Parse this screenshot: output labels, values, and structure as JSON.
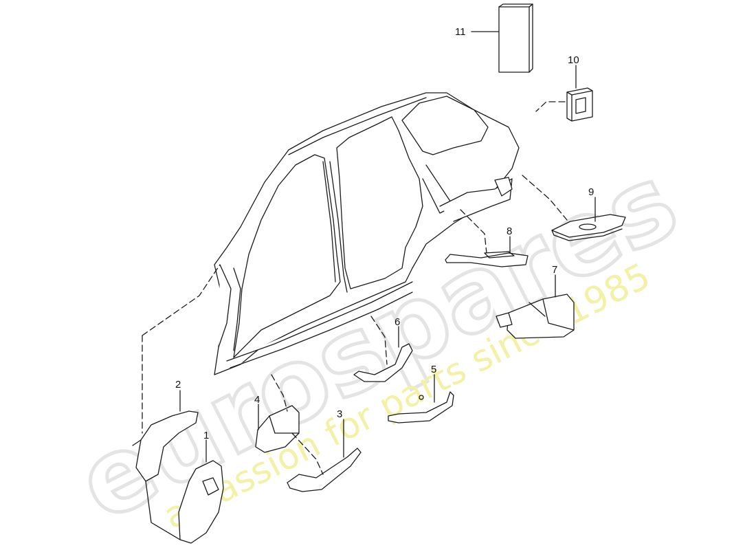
{
  "watermark": {
    "brand": "eurospares",
    "tagline": "a passion for parts since 1985",
    "brand_color": "#e9e9e9",
    "tagline_color": "#f0ef9a"
  },
  "diagram": {
    "line_color": "#1a1a1a",
    "part_numbers": [
      "1",
      "2",
      "3",
      "4",
      "5",
      "6",
      "7",
      "8",
      "9",
      "10",
      "11"
    ]
  }
}
